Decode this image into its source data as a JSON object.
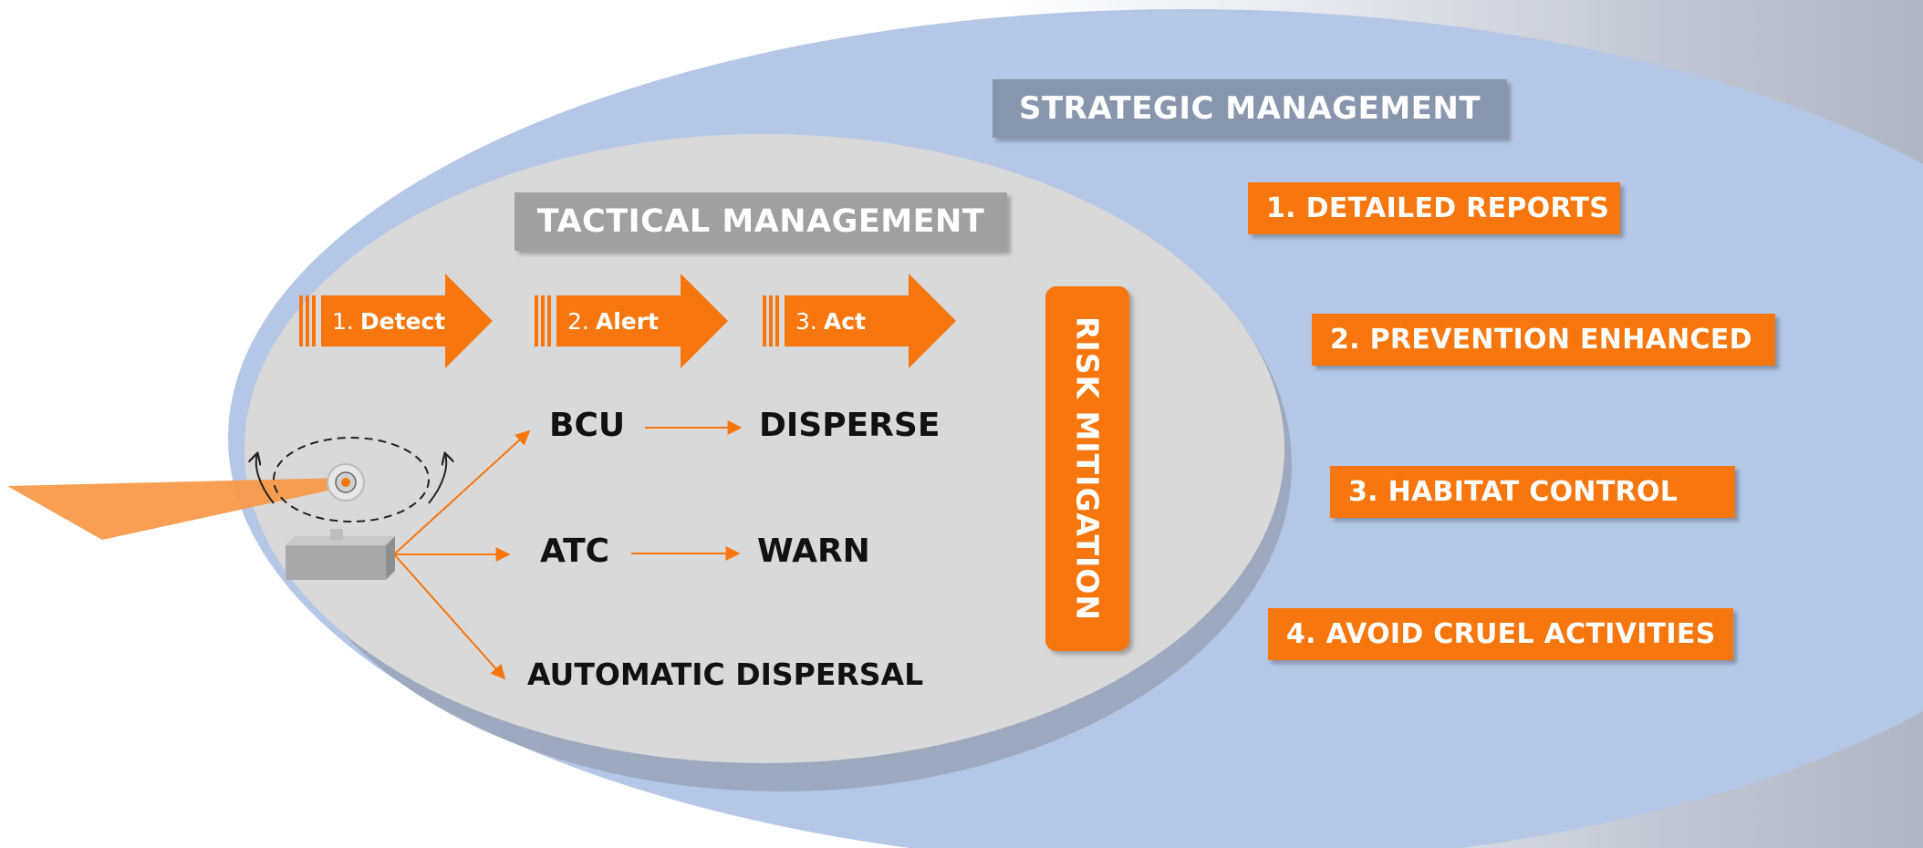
{
  "strategic": {
    "title": "STRATEGIC MANAGEMENT",
    "items": [
      "1. DETAILED REPORTS",
      "2. PREVENTION ENHANCED",
      "3. HABITAT CONTROL",
      "4. AVOID CRUEL ACTIVITIES"
    ]
  },
  "tactical": {
    "title": "TACTICAL MANAGEMENT",
    "steps": [
      {
        "num": "1.",
        "label": "Detect"
      },
      {
        "num": "2.",
        "label": "Alert"
      },
      {
        "num": "3.",
        "label": "Act"
      }
    ],
    "flows": [
      {
        "source": "BCU",
        "target": "DISPERSE"
      },
      {
        "source": "ATC",
        "target": "WARN"
      },
      {
        "source": "AUTOMATIC DISPERSAL",
        "target": ""
      }
    ]
  },
  "risk_mitigation": "RISK MITIGATION",
  "colors": {
    "accent_orange": "#f7760d",
    "outer_ellipse": "#b4c7e7",
    "inner_ellipse": "#d9d9d9",
    "tactical_box": "#a0a0a0",
    "strategic_box": "#8796ad"
  },
  "icons": {
    "sensor": "radar-sensor-icon",
    "beam": "detection-beam-icon"
  }
}
